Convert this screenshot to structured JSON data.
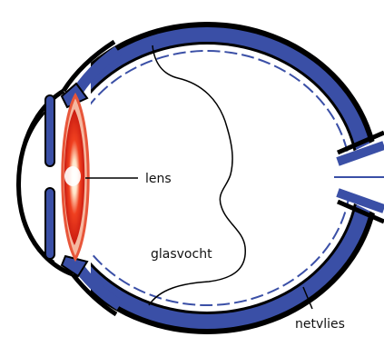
{
  "labels": {
    "lens": "lens",
    "vitreous": "glasvocht",
    "retina": "netvlies"
  },
  "colors": {
    "outline": "#000000",
    "sclera": "#3a4fa6",
    "lens_outer": "#e8563a",
    "lens_inner": "#d41e10",
    "lens_glow": "#ffffff",
    "background": "#ffffff"
  }
}
